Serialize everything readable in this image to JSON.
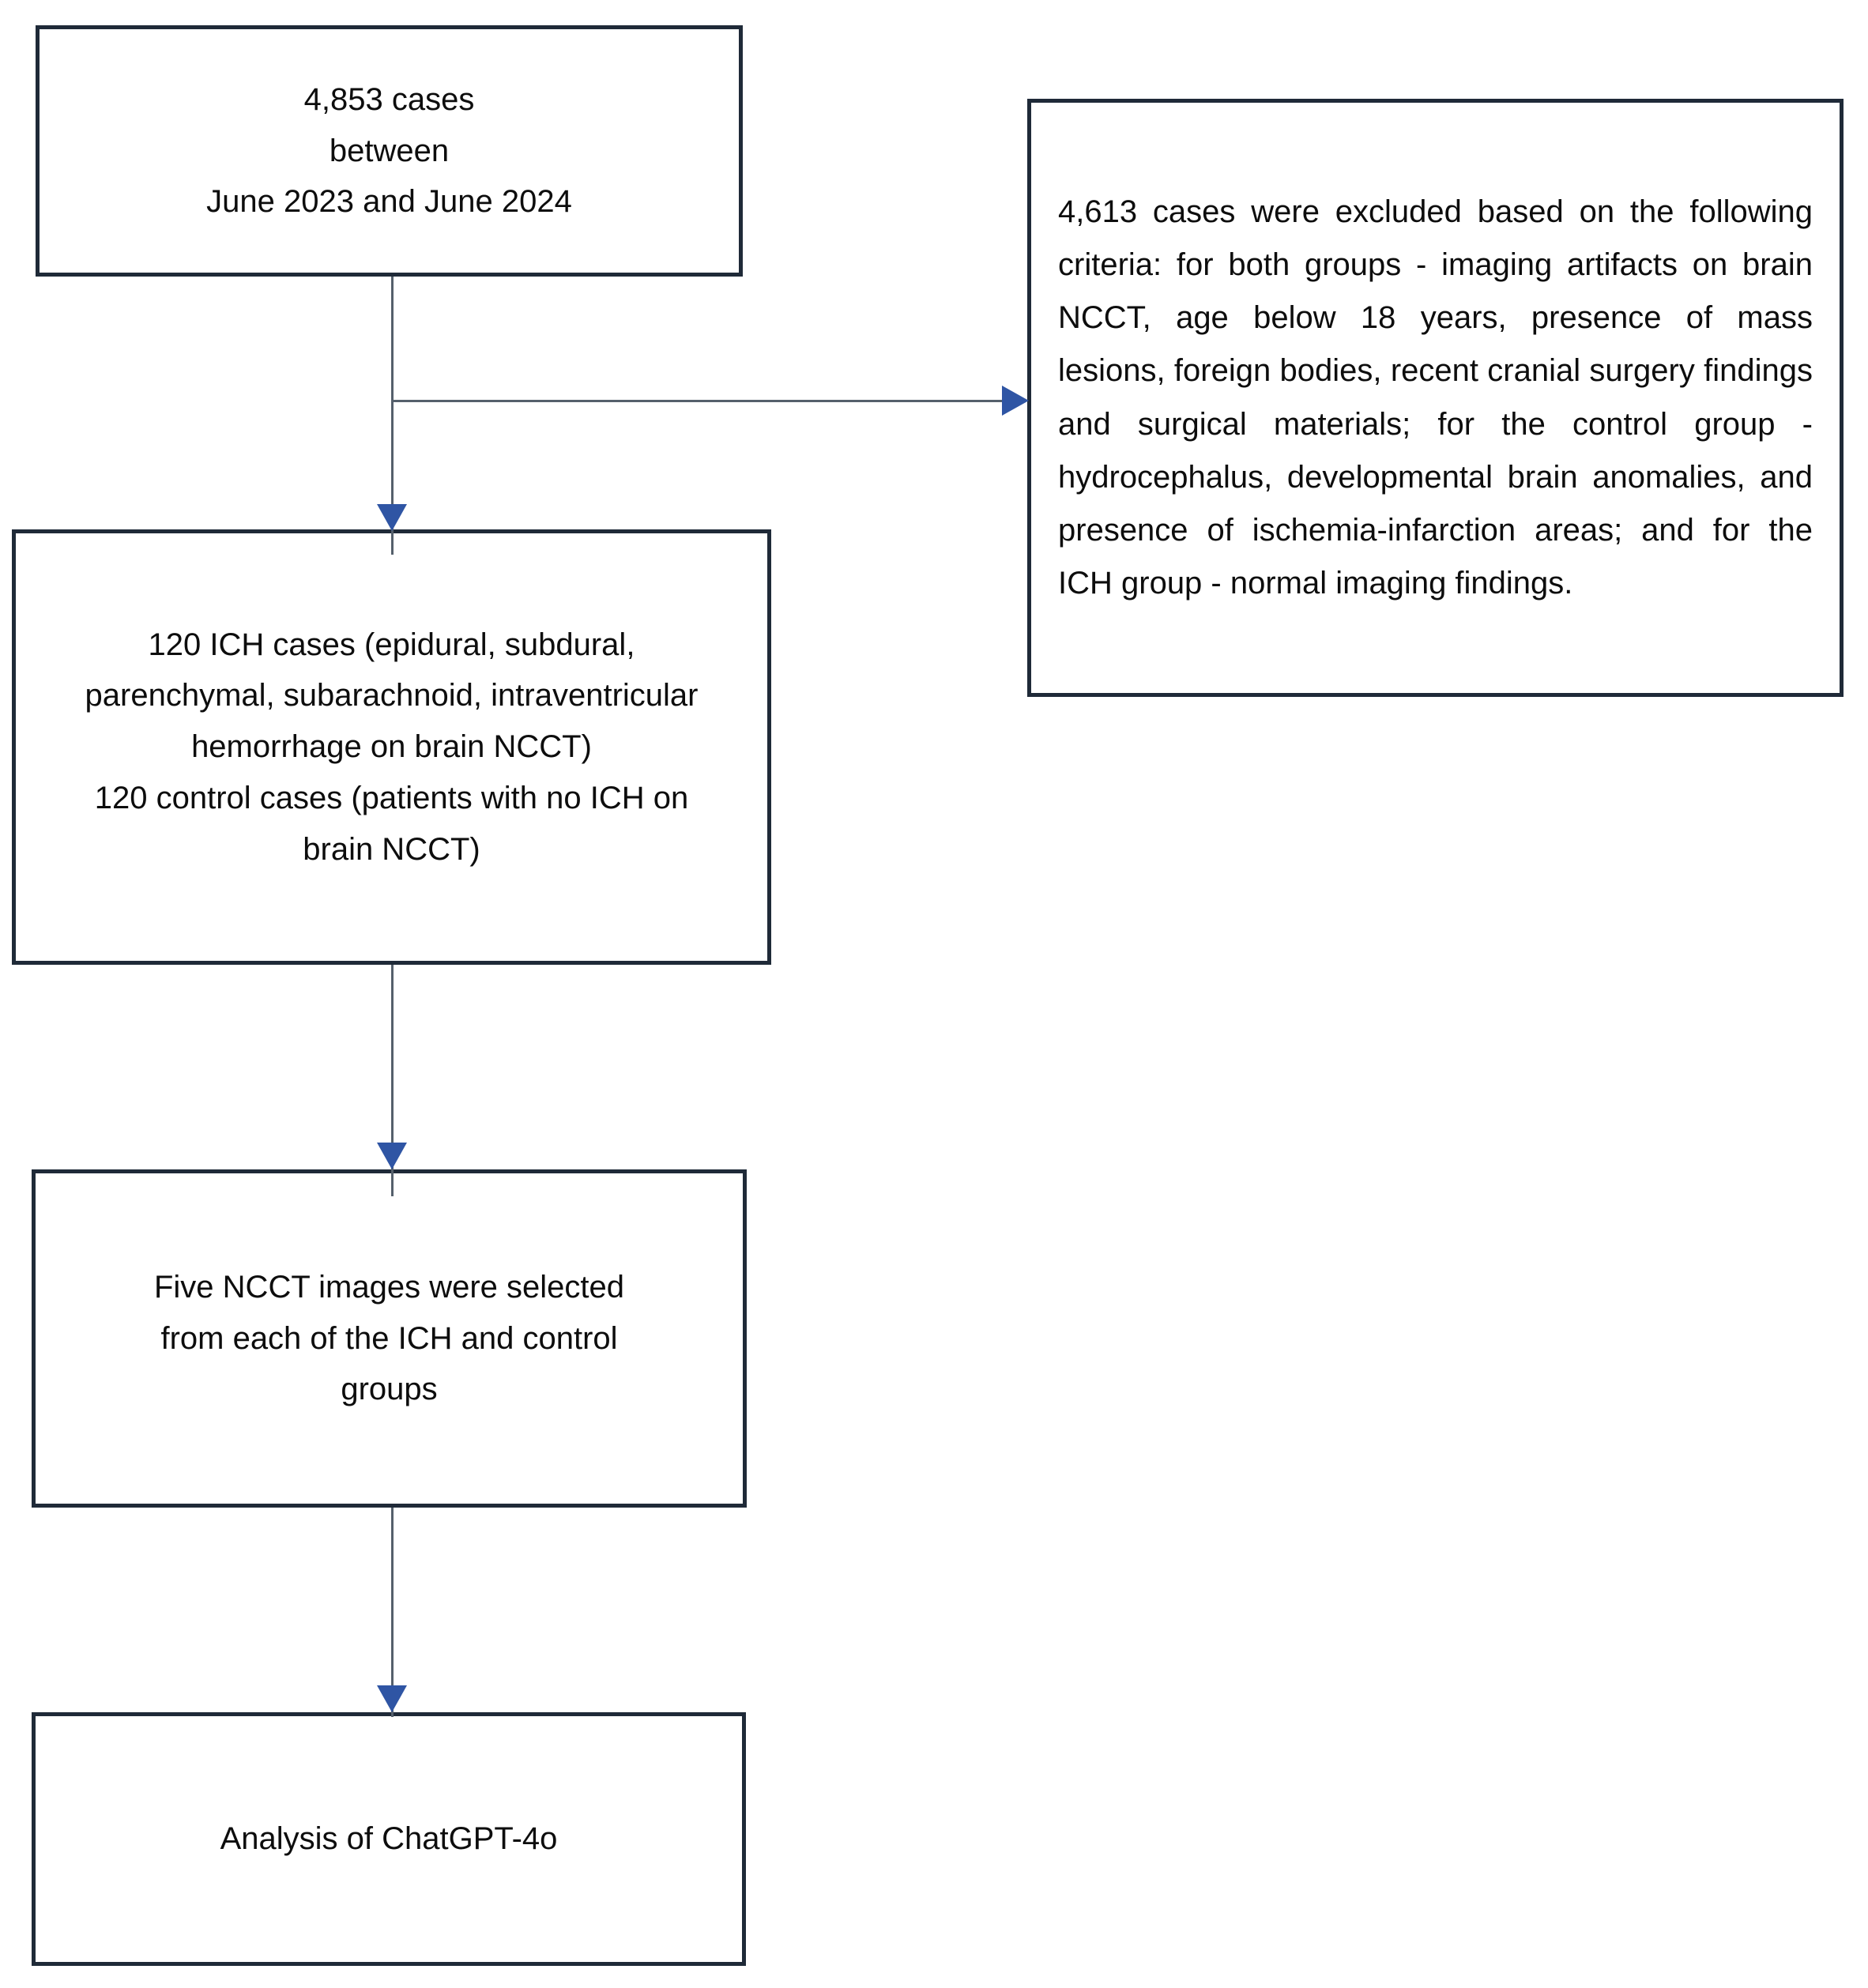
{
  "diagram": {
    "title": "Study case selection flowchart",
    "colors": {
      "box_border": "#1f2a38",
      "connector_line": "#55606c",
      "arrowhead": "#2f55a4",
      "text": "#0d0d0d",
      "background": "#ffffff"
    },
    "nodes": [
      {
        "id": "cohort",
        "name": "initial-cohort-box",
        "lines": [
          "4,853 cases",
          "between",
          "June 2023 and June 2024"
        ]
      },
      {
        "id": "exclusion",
        "name": "exclusion-criteria-box",
        "text": "4,613 cases were excluded based on the following criteria: for both groups - imaging artifacts on brain NCCT, age below 18 years, presence of mass lesions, foreign bodies, recent cranial surgery findings and surgical materials; for the control group - hydrocephalus, developmental brain anomalies, and presence of ischemia-infarction areas; and for the ICH group - normal imaging findings."
      },
      {
        "id": "selection",
        "name": "included-cases-box",
        "lines": [
          "120 ICH cases (epidural, subdural,",
          "parenchymal, subarachnoid, intraventricular",
          "hemorrhage on brain NCCT)",
          "120 control cases (patients with no ICH on",
          "brain NCCT)"
        ]
      },
      {
        "id": "images",
        "name": "image-selection-box",
        "lines": [
          "Five NCCT images were selected",
          "from each of the ICH and control",
          "groups"
        ]
      },
      {
        "id": "analysis",
        "name": "analysis-box",
        "lines": [
          "Analysis of ChatGPT-4o"
        ]
      }
    ],
    "connectors": [
      {
        "name": "cohort-to-selection",
        "from": "cohort",
        "to": "selection",
        "direction": "down"
      },
      {
        "name": "cohort-to-exclusion",
        "from": "cohort",
        "to": "exclusion",
        "direction": "right"
      },
      {
        "name": "selection-to-images",
        "from": "selection",
        "to": "images",
        "direction": "down"
      },
      {
        "name": "images-to-analysis",
        "from": "images",
        "to": "analysis",
        "direction": "down"
      }
    ]
  }
}
